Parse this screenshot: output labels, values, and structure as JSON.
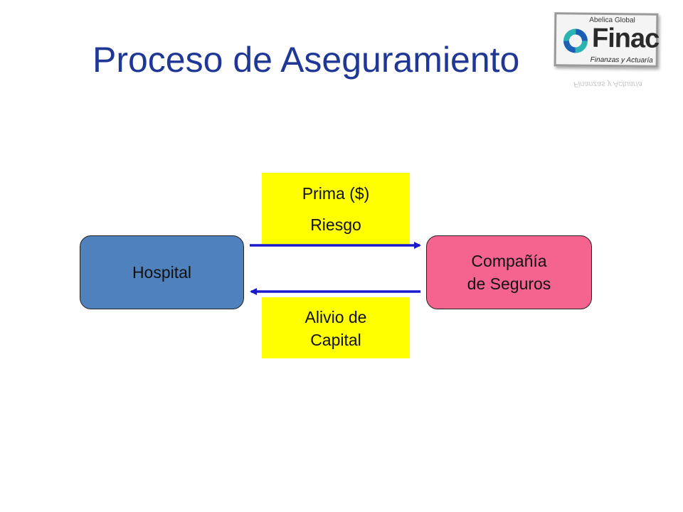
{
  "title": "Proceso de Aseguramiento",
  "logo": {
    "tagline": "Abelica Global",
    "name": "Finac",
    "subtitle": "Finanzas y Actuaría",
    "colors": {
      "blue": "#1b5fb5",
      "teal": "#2ab3b0"
    }
  },
  "diagram": {
    "left_node": "Hospital",
    "right_node_line1": "Compañía",
    "right_node_line2": "de Seguros",
    "top_box_line1": "Prima ($)",
    "top_box_line2": "Riesgo",
    "bottom_box_line1": "Alivio de",
    "bottom_box_line2": "Capital",
    "colors": {
      "hospital": "#4f81bd",
      "company": "#f4648e",
      "label_box": "#ffff00",
      "arrow": "#1a1acc",
      "title": "#1f3896"
    }
  }
}
